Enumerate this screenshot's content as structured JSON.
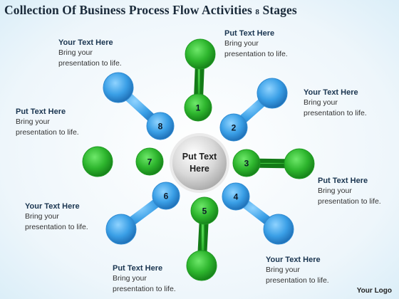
{
  "title": {
    "main": "Collection Of Business Process Flow Activities",
    "stage_count": "8",
    "suffix": "Stages"
  },
  "colors": {
    "green": "#27b02b",
    "blue": "#3a9fe6",
    "hub": "#c4c4c4"
  },
  "center": {
    "line1": "Put Text",
    "line2": "Here"
  },
  "stages": [
    {
      "number": "1",
      "color": "green"
    },
    {
      "number": "2",
      "color": "blue"
    },
    {
      "number": "3",
      "color": "green"
    },
    {
      "number": "4",
      "color": "blue"
    },
    {
      "number": "5",
      "color": "green"
    },
    {
      "number": "6",
      "color": "blue"
    },
    {
      "number": "7",
      "color": "green"
    },
    {
      "number": "8",
      "color": "blue"
    }
  ],
  "labels": [
    {
      "heading": "Put Text Here",
      "line1": "Bring your",
      "line2": "presentation to life."
    },
    {
      "heading": "Your Text Here",
      "line1": "Bring your",
      "line2": "presentation to life."
    },
    {
      "heading": "Put Text Here",
      "line1": "Bring your",
      "line2": "presentation to life."
    },
    {
      "heading": "Your Text Here",
      "line1": "Bring your",
      "line2": "presentation to life."
    },
    {
      "heading": "Put Text Here",
      "line1": "Bring your",
      "line2": "presentation to life."
    },
    {
      "heading": "Your Text Here",
      "line1": "Bring your",
      "line2": "presentation to life."
    },
    {
      "heading": "Put Text Here",
      "line1": "Bring your",
      "line2": "presentation to life."
    },
    {
      "heading": "Your Text Here",
      "line1": "Bring your",
      "line2": "presentation to life."
    }
  ],
  "footer": {
    "logo": "Your Logo"
  }
}
